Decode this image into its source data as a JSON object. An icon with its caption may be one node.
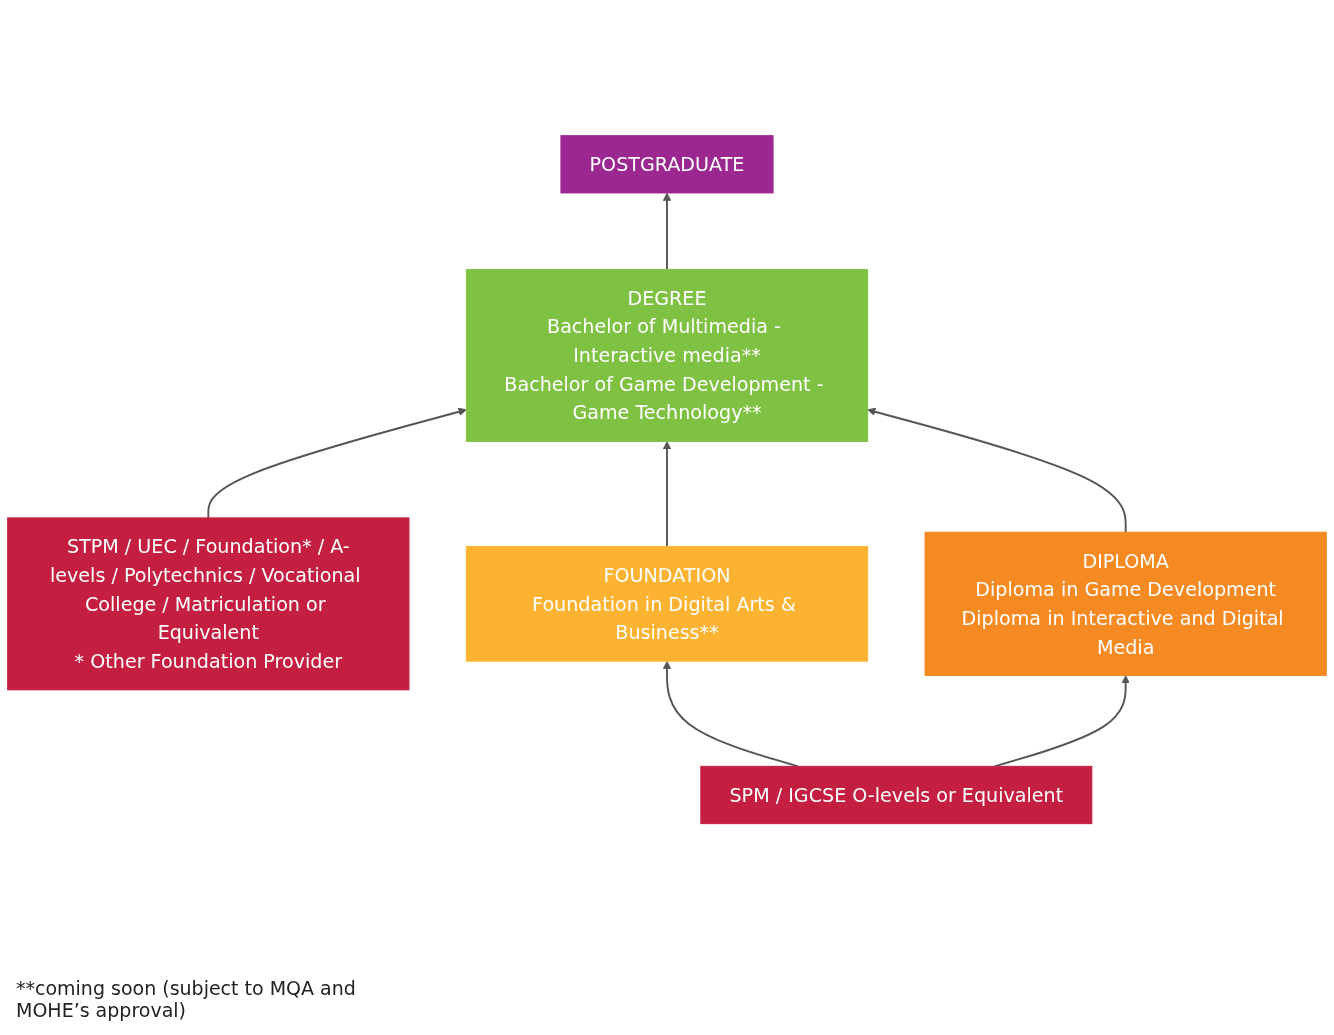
{
  "diagram": {
    "nodes": [
      {
        "text": [
          "POSTGRADUATE"
        ]
      },
      {
        "text": [
          "DEGREE",
          "Bachelor of Multimedia - Interactive media**",
          "Bachelor of Game Development - Game Technology**"
        ]
      },
      {
        "text": [
          "STPM / UEC / Foundation* / A-levels / Polytechnics / Vocational College / Matriculation or Equivalent",
          "* Other Foundation Provider"
        ]
      },
      {
        "text": [
          "FOUNDATION",
          "Foundation in Digital Arts & Business**"
        ]
      },
      {
        "text": [
          "DIPLOMA",
          "Diploma in Game Development",
          "Diploma in Interactive and Digital Media"
        ]
      },
      {
        "text": [
          "SPM / IGCSE O-levels or Equivalent"
        ]
      }
    ],
    "edges": [
      {
        "from": 1,
        "to": 0,
        "arrow": "to"
      },
      {
        "from": 2,
        "to": 1,
        "arrow": "to"
      },
      {
        "from": 3,
        "to": 1,
        "arrow": "to"
      },
      {
        "from": 4,
        "to": 1,
        "arrow": "to"
      },
      {
        "from": 5,
        "to": 3,
        "arrow": "to"
      },
      {
        "from": 5,
        "to": 4,
        "arrow": "to"
      }
    ],
    "labels": [
      "**coming soon (subject to MQA and MOHE’s approval)"
    ]
  }
}
